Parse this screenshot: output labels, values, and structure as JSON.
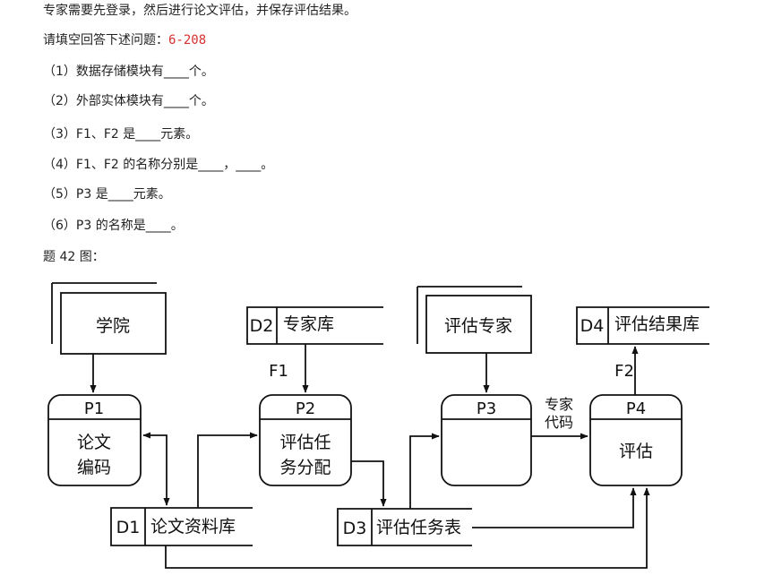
{
  "intro": "专家需要先登录，然后进行论文评估，并保存评估结果。",
  "prompt_label": "请填空回答下述问题：",
  "prompt_code": "6-208",
  "questions": [
    "（1）数据存储模块有____个。",
    "（2）外部实体模块有____个。",
    "（3）F1、F2 是____元素。",
    "（4）F1、F2 的名称分别是____，____。",
    "（5）P3 是____元素。",
    "（6）P3 的名称是____。"
  ],
  "figure_caption": "题 42 图：",
  "diagram": {
    "entities": {
      "college": "学院",
      "expert": "评估专家"
    },
    "stores": {
      "d1_id": "D1",
      "d1_name": "论文资料库",
      "d2_id": "D2",
      "d2_name": "专家库",
      "d3_id": "D3",
      "d3_name": "评估任务表",
      "d4_id": "D4",
      "d4_name": "评估结果库"
    },
    "processes": {
      "p1_id": "P1",
      "p1_line1": "论文",
      "p1_line2": "编码",
      "p2_id": "P2",
      "p2_line1": "评估任",
      "p2_line2": "务分配",
      "p3_id": "P3",
      "p4_id": "P4",
      "p4_name": "评估"
    },
    "flows": {
      "f1": "F1",
      "f2": "F2",
      "expert_code_line1": "专家",
      "expert_code_line2": "代码"
    }
  }
}
